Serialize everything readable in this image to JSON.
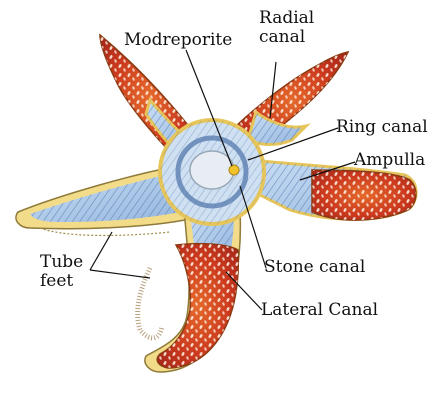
{
  "labels": {
    "modreporite": "Modreporite",
    "radial_line1": "Radial",
    "radial_line2": "canal",
    "ring_canal": "Ring canal",
    "ampulla": "Ampulla",
    "stone_canal": "Stone canal",
    "lateral_canal": "Lateral Canal",
    "tube_line1": "Tube",
    "tube_line2": "feet"
  },
  "colors": {
    "background": "#ffffff",
    "body_red": "#cc3a1e",
    "body_orange": "#e8892a",
    "edge_yellow": "#eed17a",
    "canal_blue": "#a9c8ea",
    "canal_dark": "#5b7fb0",
    "disc": "#d9e2ec",
    "label_text": "#111111"
  }
}
